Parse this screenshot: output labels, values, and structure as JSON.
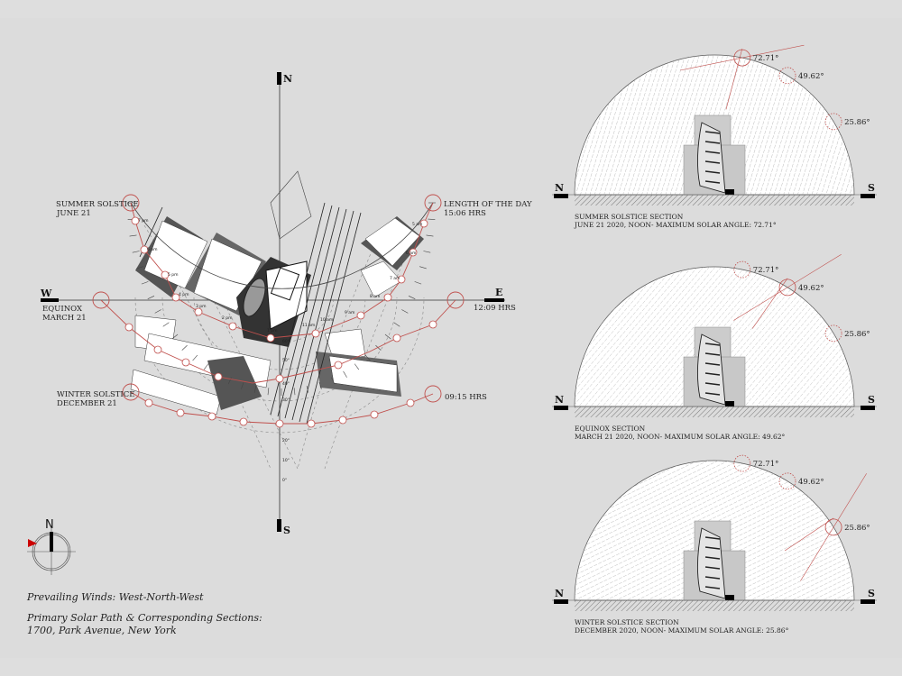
{
  "plan": {
    "north": "N",
    "south": "S",
    "west": "W",
    "east": "E",
    "summer_solstice": "SUMMER SOLSTICE",
    "summer_date": "JUNE 21",
    "equinox": "EQUINOX",
    "equinox_date": "MARCH 21",
    "winter_solstice": "WINTER SOLSTICE",
    "winter_date": "DECEMBER 21",
    "day_length_label": "LENGTH OF THE DAY",
    "day_length_summer": "15:06 HRS",
    "day_length_equinox": "12:09 HRS",
    "day_length_winter": "09:15 HRS",
    "hour_labels": [
      "7 pm",
      "6 pm",
      "5 pm",
      "4 pm",
      "3 pm",
      "2 pm",
      "1 pm",
      "11 am",
      "10 am",
      "9 am",
      "8 am",
      "7 am",
      "6 am",
      "5 am"
    ],
    "altitude_labels": [
      "60°",
      "50°",
      "40°",
      "30°",
      "20°",
      "10°",
      "0°"
    ],
    "sun_path_color": "#c0504d"
  },
  "compass": {
    "north": "N",
    "wind_arrow_color": "#cc0000"
  },
  "notes": {
    "winds": "Prevailing Winds: West-North-West",
    "title_line1": "Primary Solar Path & Corresponding Sections:",
    "title_line2": "1700, Park Avenue, New York"
  },
  "sections": [
    {
      "caption1": "SUMMER SOLSTICE SECTION",
      "caption2": "JUNE 21 2020, NOON- MAXIMUM SOLAR ANGLE: 72.71°",
      "active_angle": 72.71
    },
    {
      "caption1": "EQUINOX SECTION",
      "caption2": "MARCH 21 2020, NOON- MAXIMUM SOLAR ANGLE: 49.62°",
      "active_angle": 49.62
    },
    {
      "caption1": "WINTER SOLSTICE SECTION",
      "caption2": "DECEMBER 2020, NOON- MAXIMUM SOLAR ANGLE: 25.86°",
      "active_angle": 25.86
    }
  ],
  "angle_labels": [
    "72.71°",
    "49.62°",
    "25.86°"
  ],
  "section_dirs": {
    "north": "N",
    "south": "S"
  }
}
